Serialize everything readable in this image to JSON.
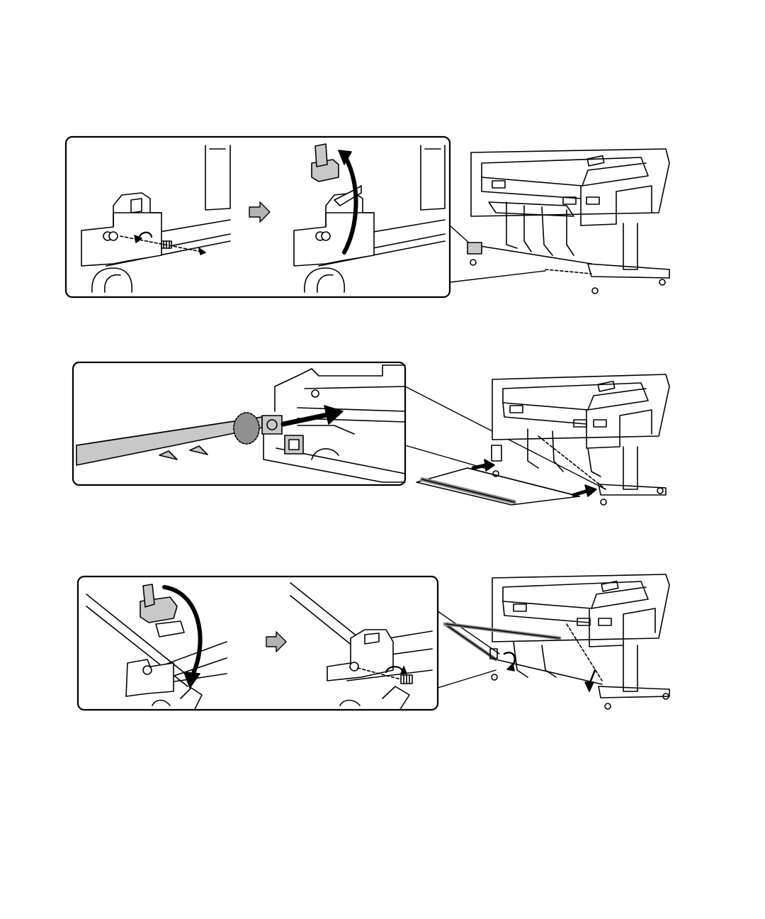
{
  "colors": {
    "line": "#000000",
    "paper": "#ffffff",
    "part_gray": "#c8c8c8",
    "arrow_gray": "#b4b4b4",
    "highlight_gray": "#909090"
  },
  "steps": [
    {
      "id": "step-1",
      "description_icons": [
        "screw-icon",
        "rotate-arrow-icon",
        "lift-arrow-icon",
        "next-step-arrow-icon",
        "printer-icon"
      ]
    },
    {
      "id": "step-2",
      "description_icons": [
        "insertion-arrow-icon",
        "printer-icon"
      ]
    },
    {
      "id": "step-3",
      "description_icons": [
        "lower-arrow-icon",
        "next-step-arrow-icon",
        "screw-icon",
        "printer-icon"
      ]
    }
  ]
}
